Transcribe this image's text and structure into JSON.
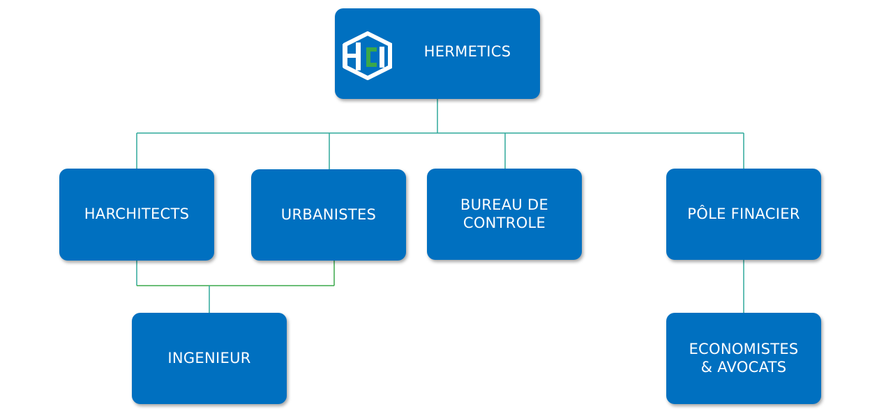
{
  "org_chart": {
    "root": {
      "label": "HERMETICS",
      "logo": "hermetics-logo"
    },
    "level1": [
      {
        "id": "architects",
        "label": "HARCHITECTS"
      },
      {
        "id": "urbanistes",
        "label": "URBANISTES"
      },
      {
        "id": "bureau",
        "label": "BUREAU DE\nCONTROLE"
      },
      {
        "id": "pole",
        "label": "PÔLE FINACIER"
      }
    ],
    "level2": [
      {
        "id": "ingenieur",
        "label": "INGENIEUR"
      },
      {
        "id": "economistes",
        "label": "ECONOMISTES\n& AVOCATS"
      }
    ]
  },
  "colors": {
    "node_fill": "#0070c0",
    "node_text": "#ffffff",
    "connector": "#2fa89a",
    "connector_green": "#3aa84a",
    "logo_white": "#ffffff",
    "logo_green": "#3aa84a"
  }
}
